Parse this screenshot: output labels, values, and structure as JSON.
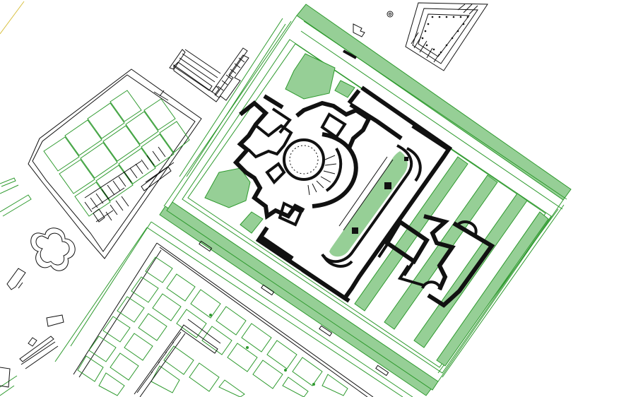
{
  "map": {
    "colors": {
      "background": "#ffffff",
      "garden_fill": "#96cf96",
      "garden_line": "#2e9a2e",
      "wall": "#111111"
    },
    "layers": [
      {
        "name": "surrounding-precinct",
        "color": "#2e9a2e"
      },
      {
        "name": "central-complex-walls",
        "color": "#111111"
      },
      {
        "name": "garden-beds",
        "color": "#96cf96"
      },
      {
        "name": "neighbouring-insulae",
        "color": "#111111"
      }
    ]
  }
}
